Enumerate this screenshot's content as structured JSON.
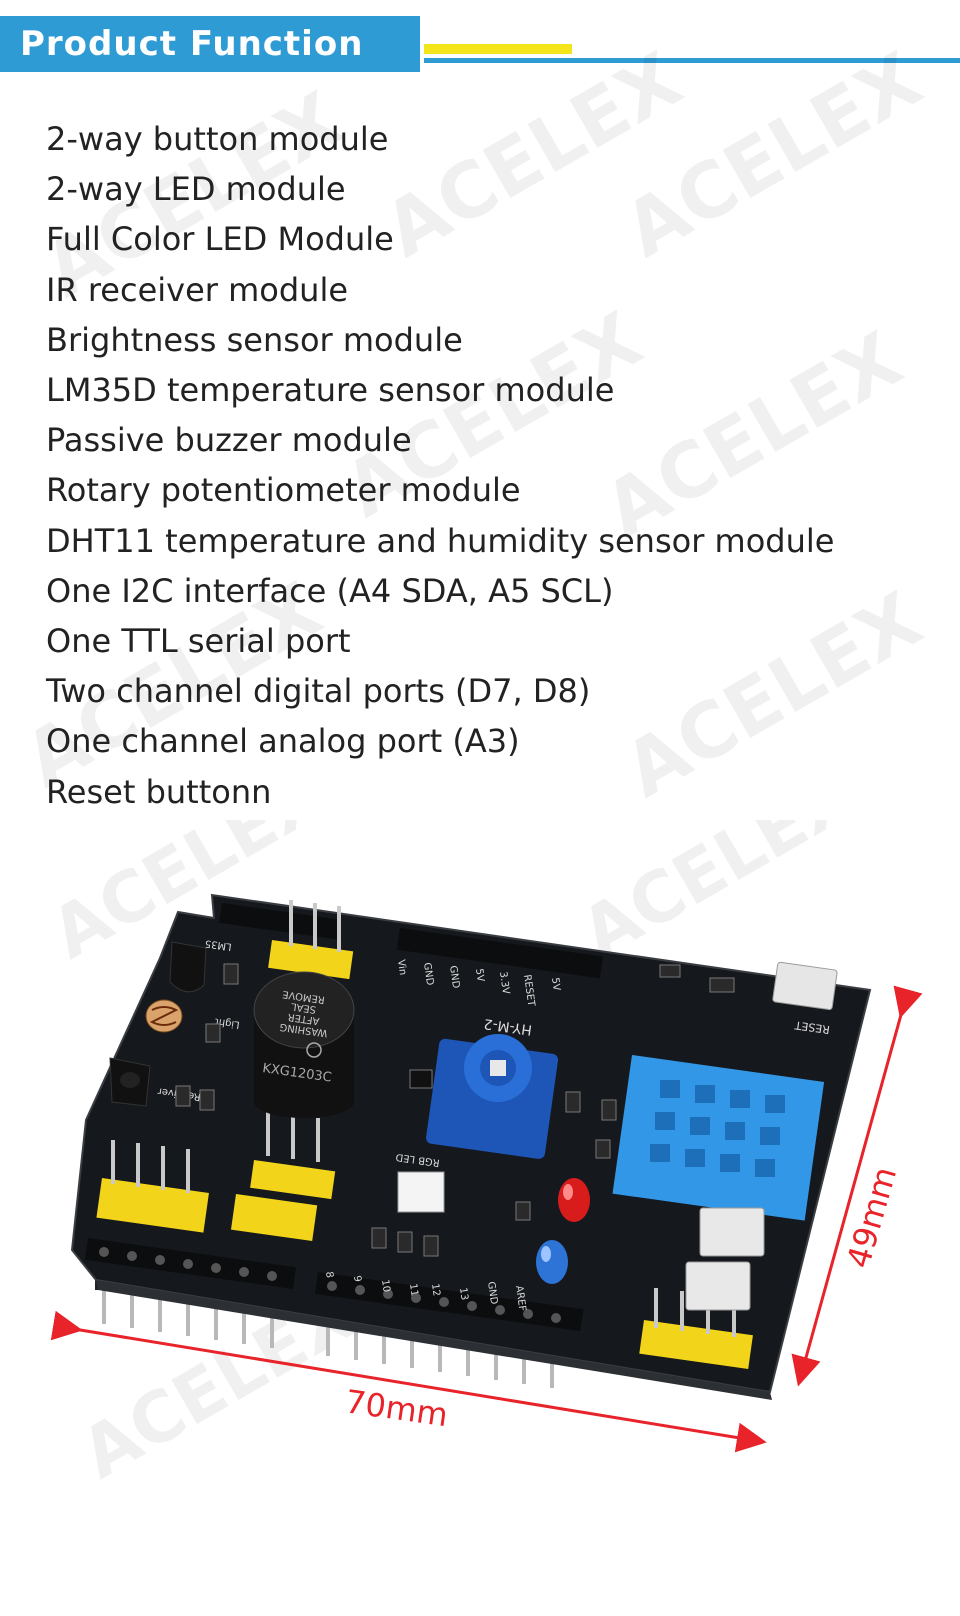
{
  "header": {
    "title": "Product Function",
    "accent_color": "#2f9bd4",
    "stripe_color": "#f3e51a"
  },
  "features": [
    "2-way button module",
    "2-way LED module",
    "Full Color LED Module",
    "IR receiver module",
    "Brightness sensor module",
    "LM35D temperature sensor module",
    "Passive buzzer module",
    "Rotary potentiometer module",
    "DHT11 temperature and humidity sensor module",
    "One I2C interface (A4 SDA, A5 SCL)",
    "One TTL serial port",
    "Two channel digital ports (D7, D8)",
    "One channel analog port (A3)",
    "Reset buttonn"
  ],
  "watermark": "ACELEX",
  "dimensions": {
    "width_label": "70mm",
    "height_label": "49mm",
    "arrow_color": "#e8232a"
  },
  "board": {
    "buzzer_text": [
      "REMOVE",
      "SEAL",
      "AFTER",
      "WASHING"
    ],
    "buzzer_model": "KXG1203C",
    "reset_label": "RESET",
    "model_label": "HY-M-2",
    "rgb_label": "RGB LED",
    "header_labels": [
      "Vin",
      "GND",
      "GND",
      "5V",
      "3.3V",
      "RESET",
      "5V"
    ],
    "digital_labels": [
      "8",
      "9",
      "10",
      "11",
      "12",
      "13",
      "GND",
      "AREF"
    ],
    "ir_label": "IR Receiver",
    "light_label": "Light",
    "lm35_label": "LM35"
  }
}
